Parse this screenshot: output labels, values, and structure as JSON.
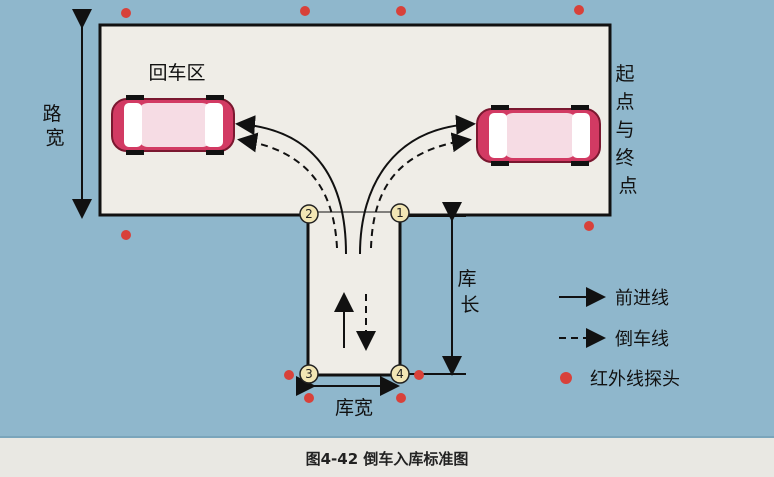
{
  "labels": {
    "turnaround_zone": "回车区",
    "road_width": "路宽",
    "start_end": "起点与终点",
    "garage_length": "库长",
    "garage_width": "库宽"
  },
  "corner_markers": [
    "1",
    "2",
    "3",
    "4"
  ],
  "legend": {
    "forward": "前进线",
    "reverse": "倒车线",
    "sensor": "红外线探头"
  },
  "caption": "图4-42  倒车入库标准图",
  "colors": {
    "background": "#8fb7cc",
    "ground": "#efede7",
    "car_body": "#d23a63",
    "sensor": "#d8413a",
    "line": "#111111"
  }
}
